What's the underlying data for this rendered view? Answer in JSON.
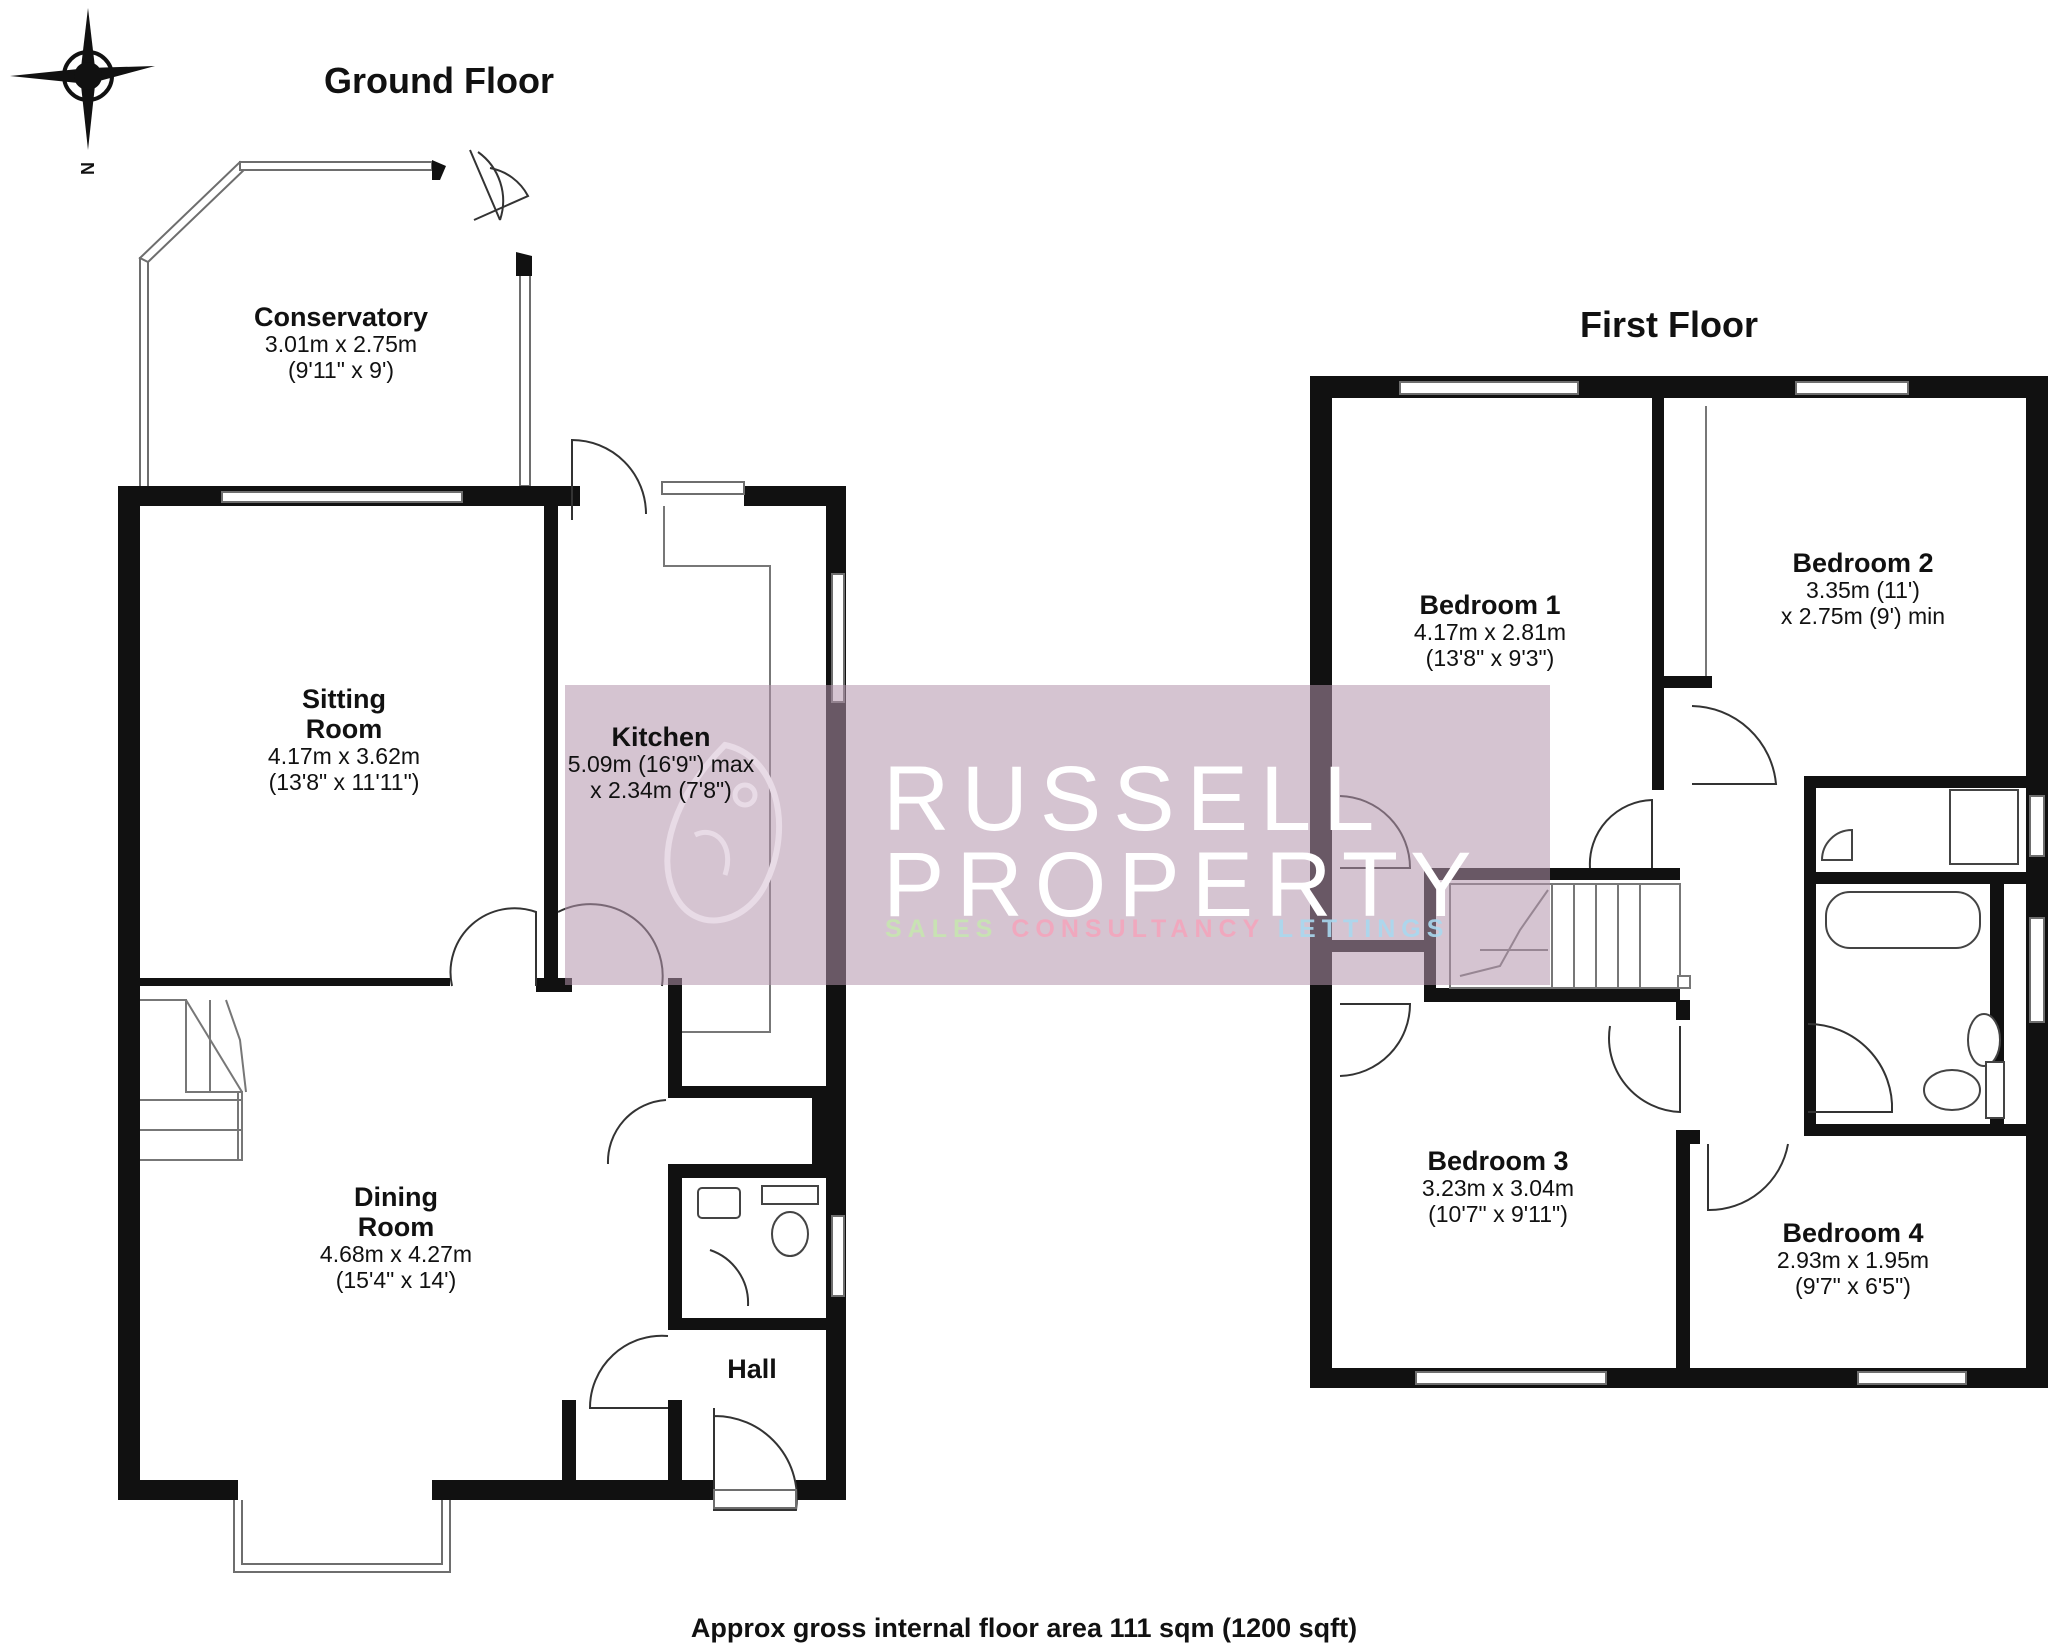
{
  "floors": {
    "ground": {
      "title": "Ground Floor"
    },
    "first": {
      "title": "First Floor"
    }
  },
  "rooms": {
    "conservatory": {
      "name": "Conservatory",
      "metric": "3.01m x 2.75m",
      "imperial": "(9'11\" x 9')"
    },
    "sitting_room": {
      "name_line1": "Sitting",
      "name_line2": "Room",
      "metric": "4.17m x 3.62m",
      "imperial": "(13'8\" x 11'11\")"
    },
    "kitchen": {
      "name": "Kitchen",
      "metric": "5.09m (16'9\") max",
      "imperial": "x 2.34m (7'8\")"
    },
    "dining_room": {
      "name_line1": "Dining",
      "name_line2": "Room",
      "metric": "4.68m x 4.27m",
      "imperial": "(15'4\" x 14')"
    },
    "hall": {
      "name": "Hall"
    },
    "bedroom1": {
      "name": "Bedroom 1",
      "metric": "4.17m x 2.81m",
      "imperial": "(13'8\" x 9'3\")"
    },
    "bedroom2": {
      "name": "Bedroom 2",
      "metric": "3.35m (11')",
      "imperial": "x 2.75m (9') min"
    },
    "bedroom3": {
      "name": "Bedroom 3",
      "metric": "3.23m x 3.04m",
      "imperial": "(10'7\" x 9'11\")"
    },
    "bedroom4": {
      "name": "Bedroom 4",
      "metric": "2.93m x 1.95m",
      "imperial": "(9'7\" x 6'5\")"
    }
  },
  "compass": {
    "label": "N"
  },
  "watermark": {
    "line1": "RUSSELL",
    "line2": "PROPERTY",
    "tag_sales": "SALES",
    "tag_consultancy": "CONSULTANCY",
    "tag_lettings": "LETTINGS"
  },
  "footer": {
    "area_text": "Approx gross internal floor area 111 sqm (1200 sqft)"
  },
  "colors": {
    "wall": "#111111",
    "watermark": "#b294ac",
    "window": "#6e6e6e"
  }
}
